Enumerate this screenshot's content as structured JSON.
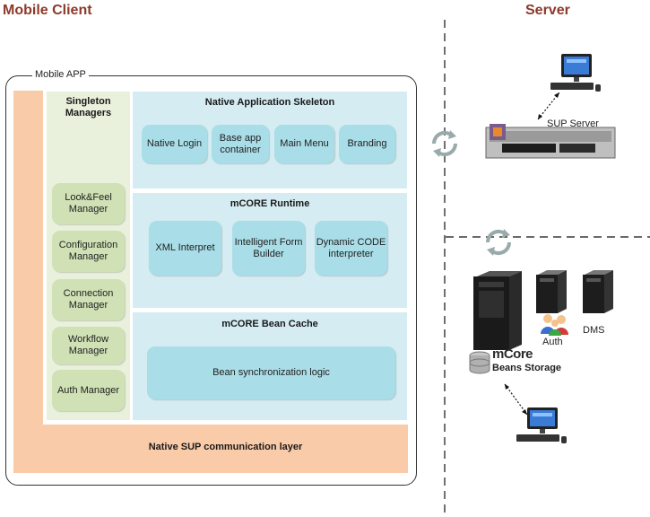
{
  "titles": {
    "left": "Mobile Client",
    "right": "Server"
  },
  "mobile_app": {
    "frame_label": "Mobile APP",
    "singleton_title": "Singleton Managers",
    "managers": [
      {
        "label": "Look&Feel Manager"
      },
      {
        "label": "Configuration Manager"
      },
      {
        "label": "Connection Manager"
      },
      {
        "label": "Workflow Manager"
      },
      {
        "label": "Auth Manager"
      }
    ],
    "skeleton": {
      "title": "Native Application Skeleton",
      "boxes": [
        {
          "label": "Native Login"
        },
        {
          "label": "Base app container"
        },
        {
          "label": "Main Menu"
        },
        {
          "label": "Branding"
        }
      ]
    },
    "runtime": {
      "title": "mCORE Runtime",
      "boxes": [
        {
          "label": "XML Interpret"
        },
        {
          "label": "Intelligent Form Builder"
        },
        {
          "label": "Dynamic CODE interpreter"
        }
      ]
    },
    "bean_cache": {
      "title": "mCORE Bean Cache",
      "box": "Bean synchronization logic"
    },
    "communication_layer": "Native SUP communication layer"
  },
  "server": {
    "sup_server_label": "SUP Server",
    "auth_label": "Auth",
    "dms_label": "DMS",
    "mcore_logo": "mCore",
    "beans_storage_label": "Beans Storage"
  },
  "colors": {
    "title": "#8b3a2a",
    "orange": "#f9cba8",
    "singleton_panel": "#e9f0dc",
    "runtime_panel": "#d4ecf2",
    "box_blue": "#a9dde7",
    "box_green": "#cfe1b5"
  }
}
